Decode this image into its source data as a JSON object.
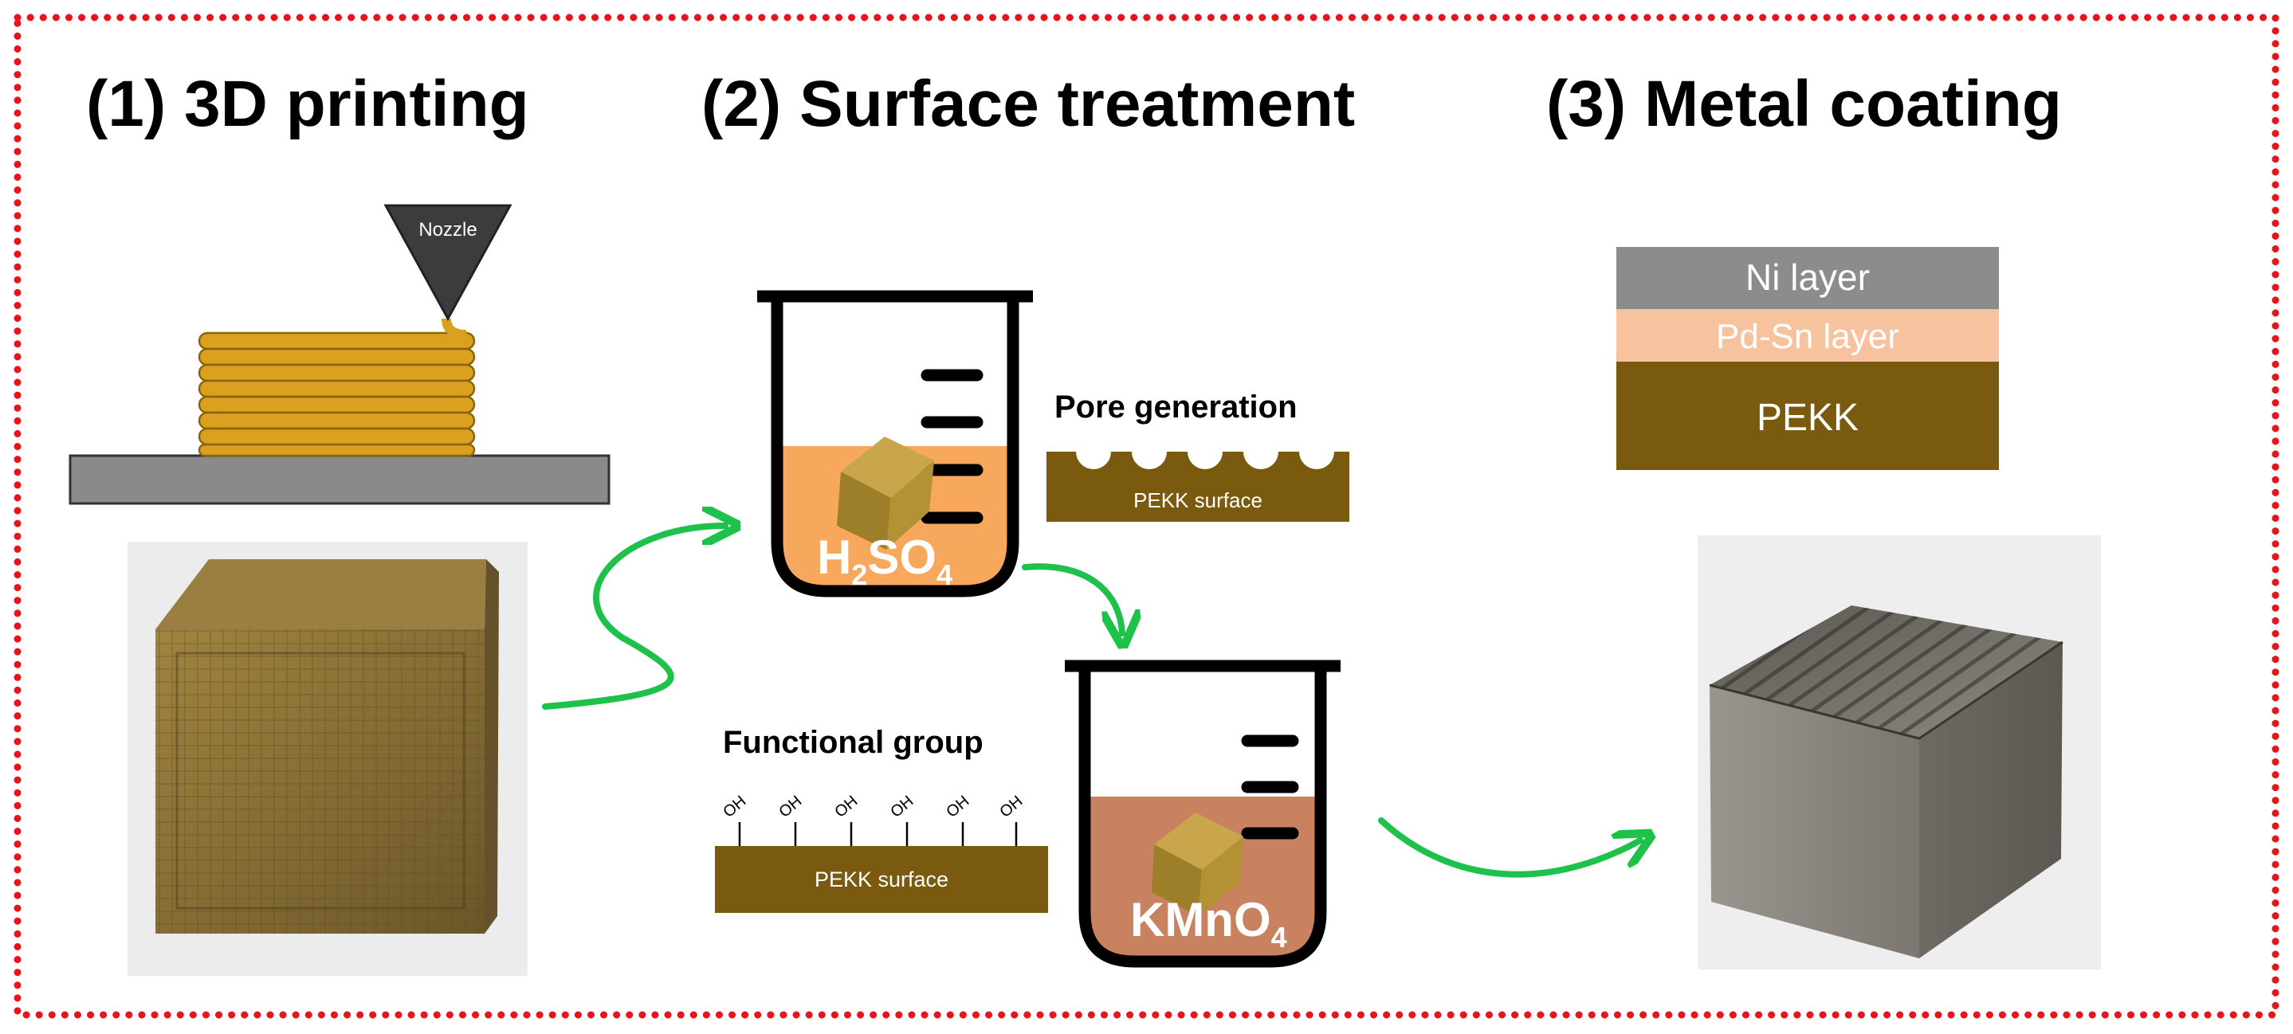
{
  "steps": {
    "step1": "(1) 3D printing",
    "step2": "(2) Surface treatment",
    "step3": "(3) Metal coating"
  },
  "printer": {
    "nozzle": "Nozzle"
  },
  "beaker1": {
    "chemical_main": "H",
    "sub1": "2",
    "chemical_mid": "SO",
    "sub2": "4",
    "liquid_color": "#f7a85c"
  },
  "beaker2": {
    "chemical_main": "KMnO",
    "sub1": "4",
    "liquid_color": "#c98260"
  },
  "pore": {
    "title": "Pore generation",
    "surface": "PEKK surface"
  },
  "functional": {
    "title": "Functional group",
    "surface": "PEKK surface",
    "group": "OH"
  },
  "layers": {
    "ni": "Ni layer",
    "pdsn": "Pd-Sn layer",
    "pekk": "PEKK",
    "ni_color": "#8c8c8c",
    "pdsn_color": "#f7c29e",
    "pekk_color": "#7a5a0f"
  },
  "colors": {
    "border": "#e8141c",
    "arrow": "#1ec24a",
    "filament": "#d9a11e"
  }
}
